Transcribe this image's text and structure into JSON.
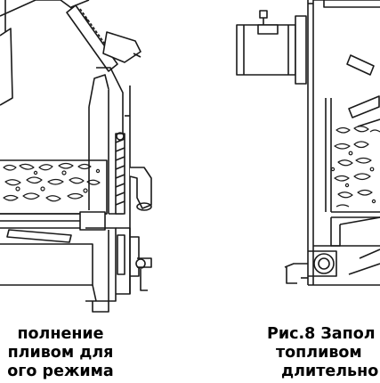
{
  "captions": {
    "left": [
      "полнение",
      "пливом для",
      "ого режима"
    ],
    "right": [
      "Рис.8 Запол",
      "топливом",
      "длительно"
    ]
  },
  "colors": {
    "line": "#1a1a1a",
    "fill": "#d9d9d9",
    "background": "#ffffff"
  }
}
